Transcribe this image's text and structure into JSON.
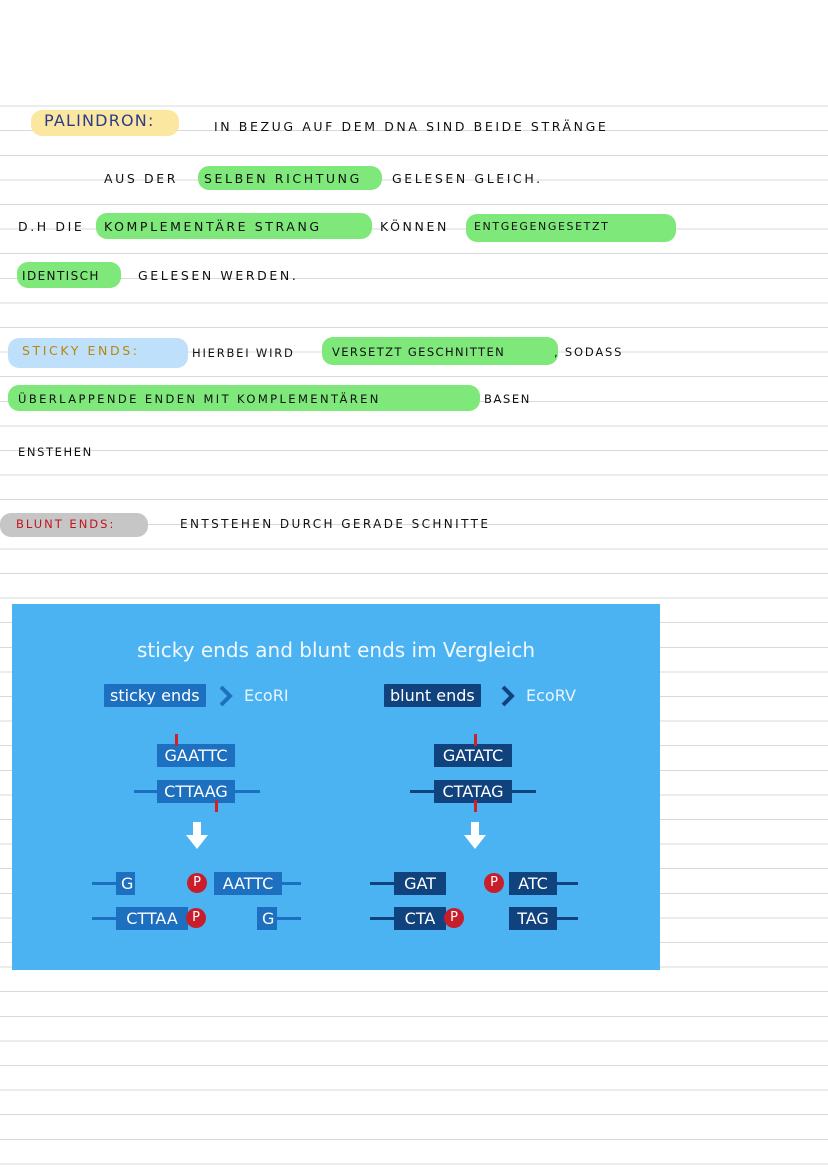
{
  "notes": {
    "palindrom": {
      "term": "PALINDRON:",
      "line1": "IN BEZUG AUF DEM DNA SIND BEIDE STRÄNGE",
      "line2_a": "AUS DER",
      "line2_hl": "SELBEN RICHTUNG",
      "line2_b": "GELESEN GLEICH.",
      "line3_a": "D.H DIE",
      "line3_hl1": "KOMPLEMENTÄRE STRANG",
      "line3_b": "KÖNNEN",
      "line3_hl2": "ENTGEGENGESETZT",
      "line4_hl": "IDENTISCH",
      "line4_b": "GELESEN WERDEN."
    },
    "sticky": {
      "term": "STICKY ENDS:",
      "line1_a": "HIERBEI WIRD",
      "line1_hl": "VERSETZT GESCHNITTEN",
      "line1_b": ", SODASS",
      "line2_hl": "ÜBERLAPPENDE ENDEN MIT KOMPLEMENTÄREN",
      "line2_b": "BASEN",
      "line3": "ENSTEHEN"
    },
    "blunt": {
      "term": "BLUNT ENDS:",
      "line1": "ENTSTEHEN DURCH GERADE SCHNITTE"
    }
  },
  "figure": {
    "title": "sticky ends and blunt ends im Vergleich",
    "colors": {
      "background": "#4cb3f2",
      "mid_blue": "#1d6fc0",
      "dark_blue": "#10427e",
      "cut_red": "#d0202a"
    },
    "sticky": {
      "label": "sticky ends",
      "enzyme": "EcoRI",
      "top_strand": "GAATTC",
      "bottom_strand": "CTTAAG",
      "left_top": "G",
      "left_bottom": "CTTAA",
      "right_top": "AATTC",
      "right_bottom": "G",
      "phosphate": "P"
    },
    "blunt": {
      "label": "blunt ends",
      "enzyme": "EcoRV",
      "top_strand": "GATATC",
      "bottom_strand": "CTATAG",
      "left_top": "GAT",
      "left_bottom": "CTA",
      "right_top": "ATC",
      "right_bottom": "TAG",
      "phosphate": "P"
    }
  }
}
